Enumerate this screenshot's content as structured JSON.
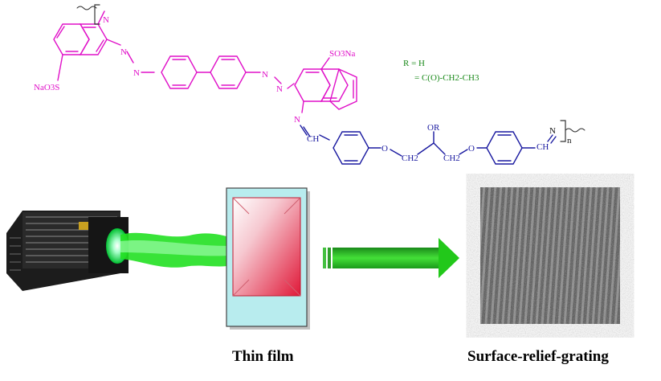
{
  "molecule": {
    "top_n": "N",
    "azo_left": [
      "N",
      "N"
    ],
    "azo_right": [
      "N",
      "N"
    ],
    "naso3s": "NaO3S",
    "so3na": "SO3Na",
    "imine_n": "N",
    "imine_ch_left": "CH",
    "o_left": "O",
    "ch2_left": "CH2",
    "or_group": "OR",
    "ch2_right": "CH2",
    "o_right": "O",
    "ch_right": "CH",
    "n_right": "N",
    "repeat_n": "n",
    "r_line1": "R = H",
    "r_line2": "= C(O)-CH2-CH3"
  },
  "colors": {
    "pink": "#e010c8",
    "blue": "#1a1aa0",
    "green": "#1a8a1a",
    "beam": "#22e022",
    "film_frame": "#b8ecee",
    "film_red": "#e8304a",
    "arrow": "#22c81a"
  },
  "captions": {
    "thin_film": "Thin film",
    "surface_relief_grating": "Surface-relief-grating"
  },
  "icons": {
    "laser": "laser-device-icon",
    "beam": "green-beam",
    "film": "thin-film-sample",
    "arrow": "process-arrow",
    "grating": "srg-micrograph"
  }
}
